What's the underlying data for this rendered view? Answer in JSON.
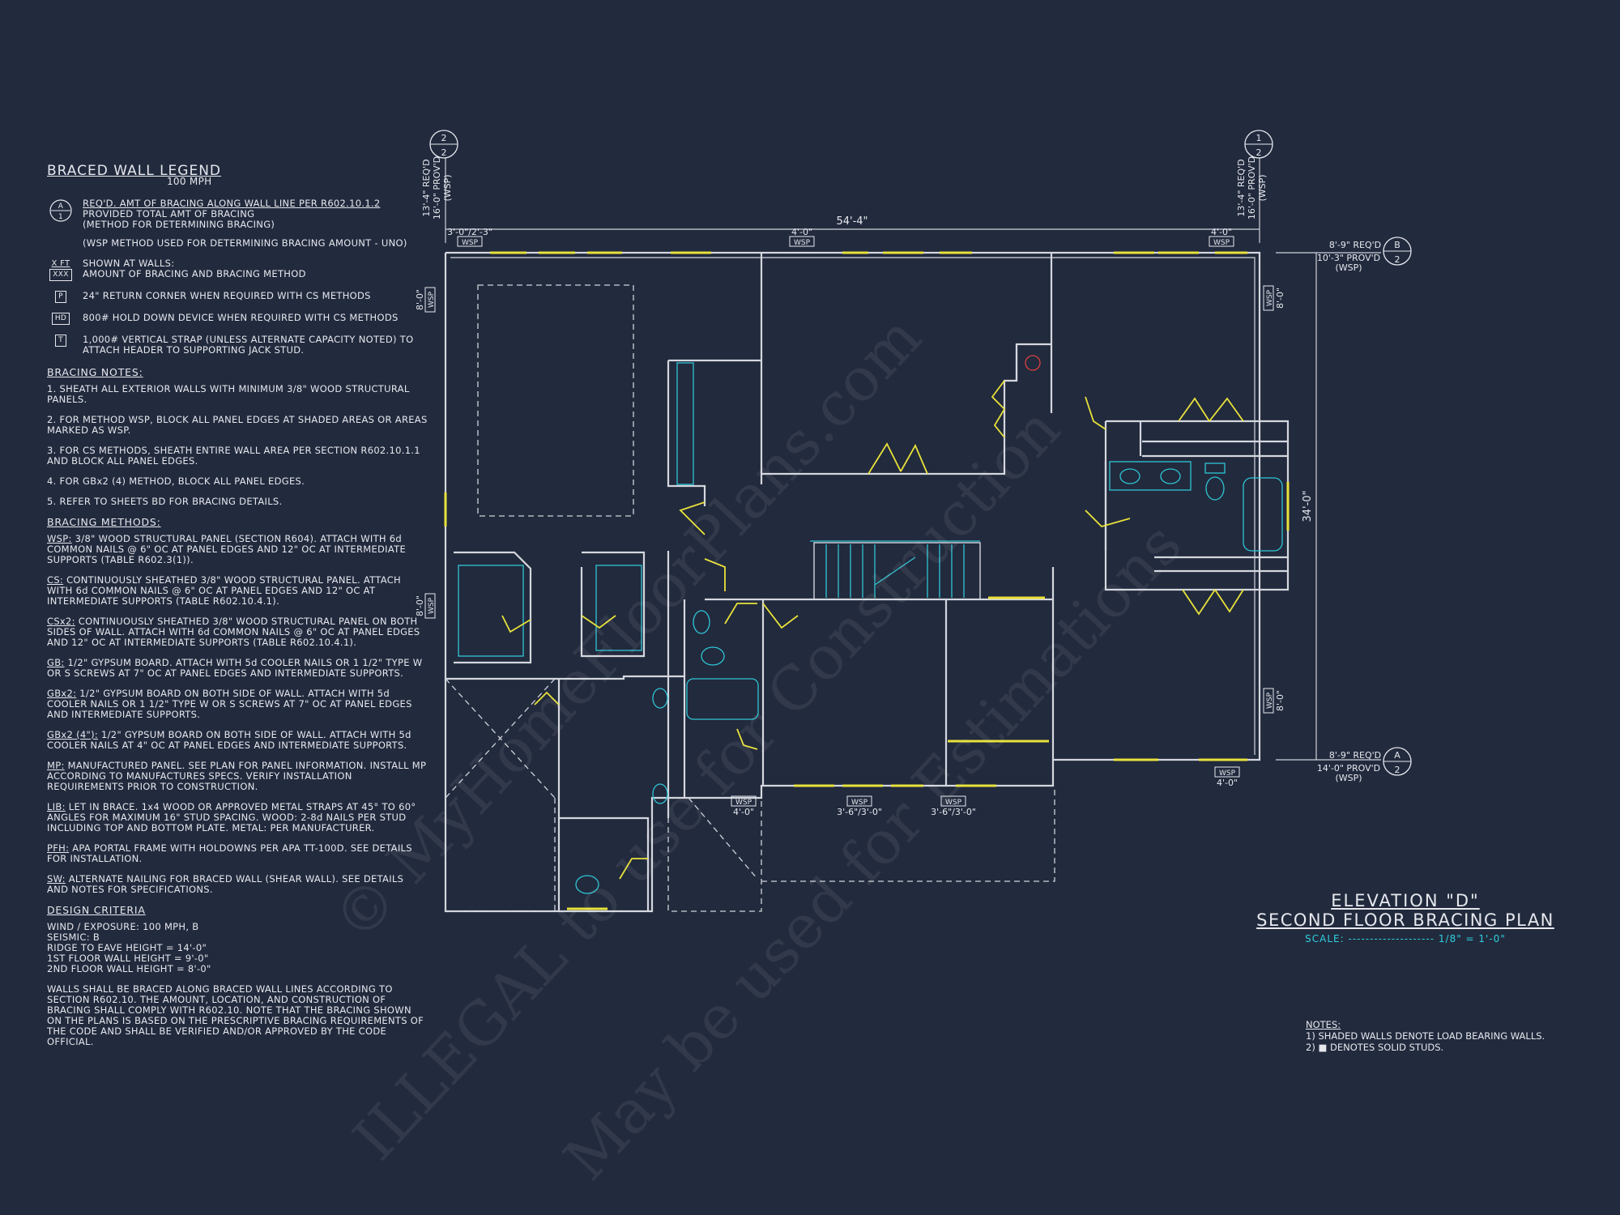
{
  "legend": {
    "title": "BRACED WALL LEGEND",
    "subtitle": "100 MPH",
    "symbol_a": {
      "top": "A",
      "bottom": "1"
    },
    "item1_l1": "REQ'D. AMT OF BRACING ALONG WALL LINE PER R602.10.1.2",
    "item1_l2": "PROVIDED TOTAL AMT OF BRACING",
    "item1_l3": "(METHOD FOR DETERMINING BRACING)",
    "item1_l4": "(WSP METHOD USED FOR DETERMINING BRACING AMOUNT - UNO)",
    "item2_sym_top": "X FT",
    "item2_sym_bot": "XXX",
    "item2_l1": "SHOWN AT WALLS:",
    "item2_l2": "AMOUNT OF BRACING AND BRACING METHOD",
    "item3_sym": "P",
    "item3": "24\" RETURN CORNER WHEN REQUIRED WITH CS METHODS",
    "item4_sym": "HD",
    "item4": "800# HOLD DOWN DEVICE WHEN REQUIRED WITH CS METHODS",
    "item5_sym": "T",
    "item5": "1,000# VERTICAL STRAP (UNLESS ALTERNATE CAPACITY NOTED) TO ATTACH HEADER TO SUPPORTING JACK STUD."
  },
  "bracing_notes": {
    "heading": "BRACING NOTES:",
    "n1": "1. SHEATH ALL EXTERIOR WALLS WITH MINIMUM 3/8\" WOOD STRUCTURAL PANELS.",
    "n2": "2. FOR METHOD WSP, BLOCK ALL PANEL EDGES AT SHADED AREAS OR AREAS MARKED AS WSP.",
    "n3": "3. FOR CS METHODS, SHEATH ENTIRE WALL AREA PER SECTION R602.10.1.1 AND BLOCK ALL PANEL EDGES.",
    "n4": "4. FOR GBx2 (4) METHOD, BLOCK ALL PANEL EDGES.",
    "n5": "5. REFER TO SHEETS BD FOR BRACING DETAILS."
  },
  "bracing_methods": {
    "heading": "BRACING METHODS:",
    "wsp_k": "WSP:",
    "wsp": "3/8\" WOOD STRUCTURAL PANEL (SECTION R604). ATTACH WITH 6d COMMON NAILS @ 6\" OC AT PANEL EDGES AND 12\" OC AT INTERMEDIATE SUPPORTS (TABLE R602.3(1)).",
    "cs_k": "CS:",
    "cs": "CONTINUOUSLY SHEATHED 3/8\" WOOD STRUCTURAL PANEL. ATTACH WITH 6d COMMON NAILS @ 6\" OC AT PANEL EDGES AND 12\" OC AT INTERMEDIATE SUPPORTS (TABLE R602.10.4.1).",
    "csx2_k": "CSx2:",
    "csx2": "CONTINUOUSLY SHEATHED 3/8\" WOOD STRUCTURAL PANEL ON BOTH SIDES OF WALL. ATTACH WITH 6d COMMON NAILS @ 6\" OC AT PANEL EDGES AND 12\" OC AT INTERMEDIATE SUPPORTS (TABLE R602.10.4.1).",
    "gb_k": "GB:",
    "gb": "1/2\" GYPSUM BOARD. ATTACH WITH 5d COOLER NAILS OR 1 1/2\" TYPE W OR S SCREWS AT 7\" OC AT PANEL EDGES AND INTERMEDIATE SUPPORTS.",
    "gbx2_k": "GBx2:",
    "gbx2": "1/2\" GYPSUM BOARD ON BOTH SIDE OF WALL. ATTACH WITH 5d COOLER NAILS OR 1 1/2\" TYPE W OR S SCREWS AT 7\" OC AT PANEL EDGES AND INTERMEDIATE SUPPORTS.",
    "gbx24_k": "GBx2 (4\"):",
    "gbx24": "1/2\" GYPSUM BOARD ON BOTH SIDE OF WALL. ATTACH WITH 5d COOLER NAILS AT 4\" OC AT PANEL EDGES AND INTERMEDIATE SUPPORTS.",
    "mp_k": "MP:",
    "mp": "MANUFACTURED PANEL. SEE PLAN FOR PANEL INFORMATION. INSTALL MP ACCORDING TO MANUFACTURES SPECS. VERIFY INSTALLATION REQUIREMENTS PRIOR TO CONSTRUCTION.",
    "lib_k": "LIB:",
    "lib": "LET IN BRACE. 1x4 WOOD OR APPROVED METAL STRAPS AT 45° TO 60° ANGLES FOR MAXIMUM 16\" STUD SPACING. WOOD: 2-8d NAILS PER STUD INCLUDING TOP AND BOTTOM PLATE. METAL: PER MANUFACTURER.",
    "pfh_k": "PFH:",
    "pfh": "APA PORTAL FRAME WITH HOLDOWNS PER APA TT-100D. SEE DETAILS FOR INSTALLATION.",
    "sw_k": "SW:",
    "sw": "ALTERNATE NAILING FOR BRACED WALL (SHEAR WALL). SEE DETAILS AND NOTES FOR SPECIFICATIONS."
  },
  "design_criteria": {
    "heading": "DESIGN CRITERIA",
    "wind": "WIND / EXPOSURE: 100 MPH, B",
    "seismic": "SEISMIC: B",
    "ridge": "RIDGE TO EAVE HEIGHT = 14'-0\"",
    "first": "1ST FLOOR WALL HEIGHT = 9'-0\"",
    "second": "2ND FLOOR WALL HEIGHT = 8'-0\"",
    "para": "WALLS SHALL BE BRACED ALONG BRACED WALL LINES ACCORDING TO SECTION R602.10. THE AMOUNT, LOCATION, AND CONSTRUCTION OF BRACING SHALL COMPLY WITH R602.10. NOTE THAT THE BRACING SHOWN ON THE PLANS IS BASED ON THE PRESCRIPTIVE BRACING REQUIREMENTS OF THE CODE AND SHALL BE VERIFIED AND/OR APPROVED BY THE CODE OFFICIAL."
  },
  "title_block": {
    "line1": "ELEVATION \"D\"",
    "line2": "SECOND FLOOR BRACING PLAN",
    "scale": "SCALE: -------------------- 1/8\" = 1'-0\""
  },
  "notes": {
    "heading": "NOTES:",
    "n1": "1) SHADED WALLS DENOTE LOAD BEARING WALLS.",
    "n2": "2) ■ DENOTES SOLID STUDS."
  },
  "plan": {
    "overall_width": "54'-4\"",
    "overall_depth": "34'-0\"",
    "top_left_dim": "3'-0\"/2'-3\"",
    "top_mid_dim": "4'-0\"",
    "top_right_dim": "4'-0\"",
    "wsp": "WSP",
    "left_wall_dim": "8'-0\"",
    "right_wall_dim": "8'-0\"",
    "bottom_dim_1": "4'-0\"",
    "bottom_dim_2": "3'-6\"/3'-0\"",
    "bottom_dim_3": "3'-6\"/3'-0\"",
    "bottom_right_dim": "4'-0\"",
    "marker_top_left": {
      "top": "2",
      "bottom": "2",
      "req": "13'-4\" REQ'D",
      "prov": "16'-0\" PROV'D",
      "method": "(WSP)"
    },
    "marker_top_right": {
      "top": "1",
      "bottom": "2",
      "req": "13'-4\" REQ'D",
      "prov": "16'-0\" PROV'D",
      "method": "(WSP)"
    },
    "marker_right_b": {
      "letter": "B",
      "num": "2",
      "req": "8'-9\" REQ'D",
      "prov": "10'-3\" PROV'D",
      "method": "(WSP)"
    },
    "marker_right_a": {
      "letter": "A",
      "num": "2",
      "req": "8'-9\" REQ'D",
      "prov": "14'-0\" PROV'D",
      "method": "(WSP)"
    }
  },
  "watermark": {
    "l1": "© MyHomeFloorPlans.com",
    "l2": "ILLEGAL to use for Construction",
    "l3": "May be used for Estimations"
  },
  "colors": {
    "background": "#222a3d",
    "walls": "#d4d7de",
    "bracing": "#e8e23a",
    "fixtures": "#2fc6d6"
  }
}
